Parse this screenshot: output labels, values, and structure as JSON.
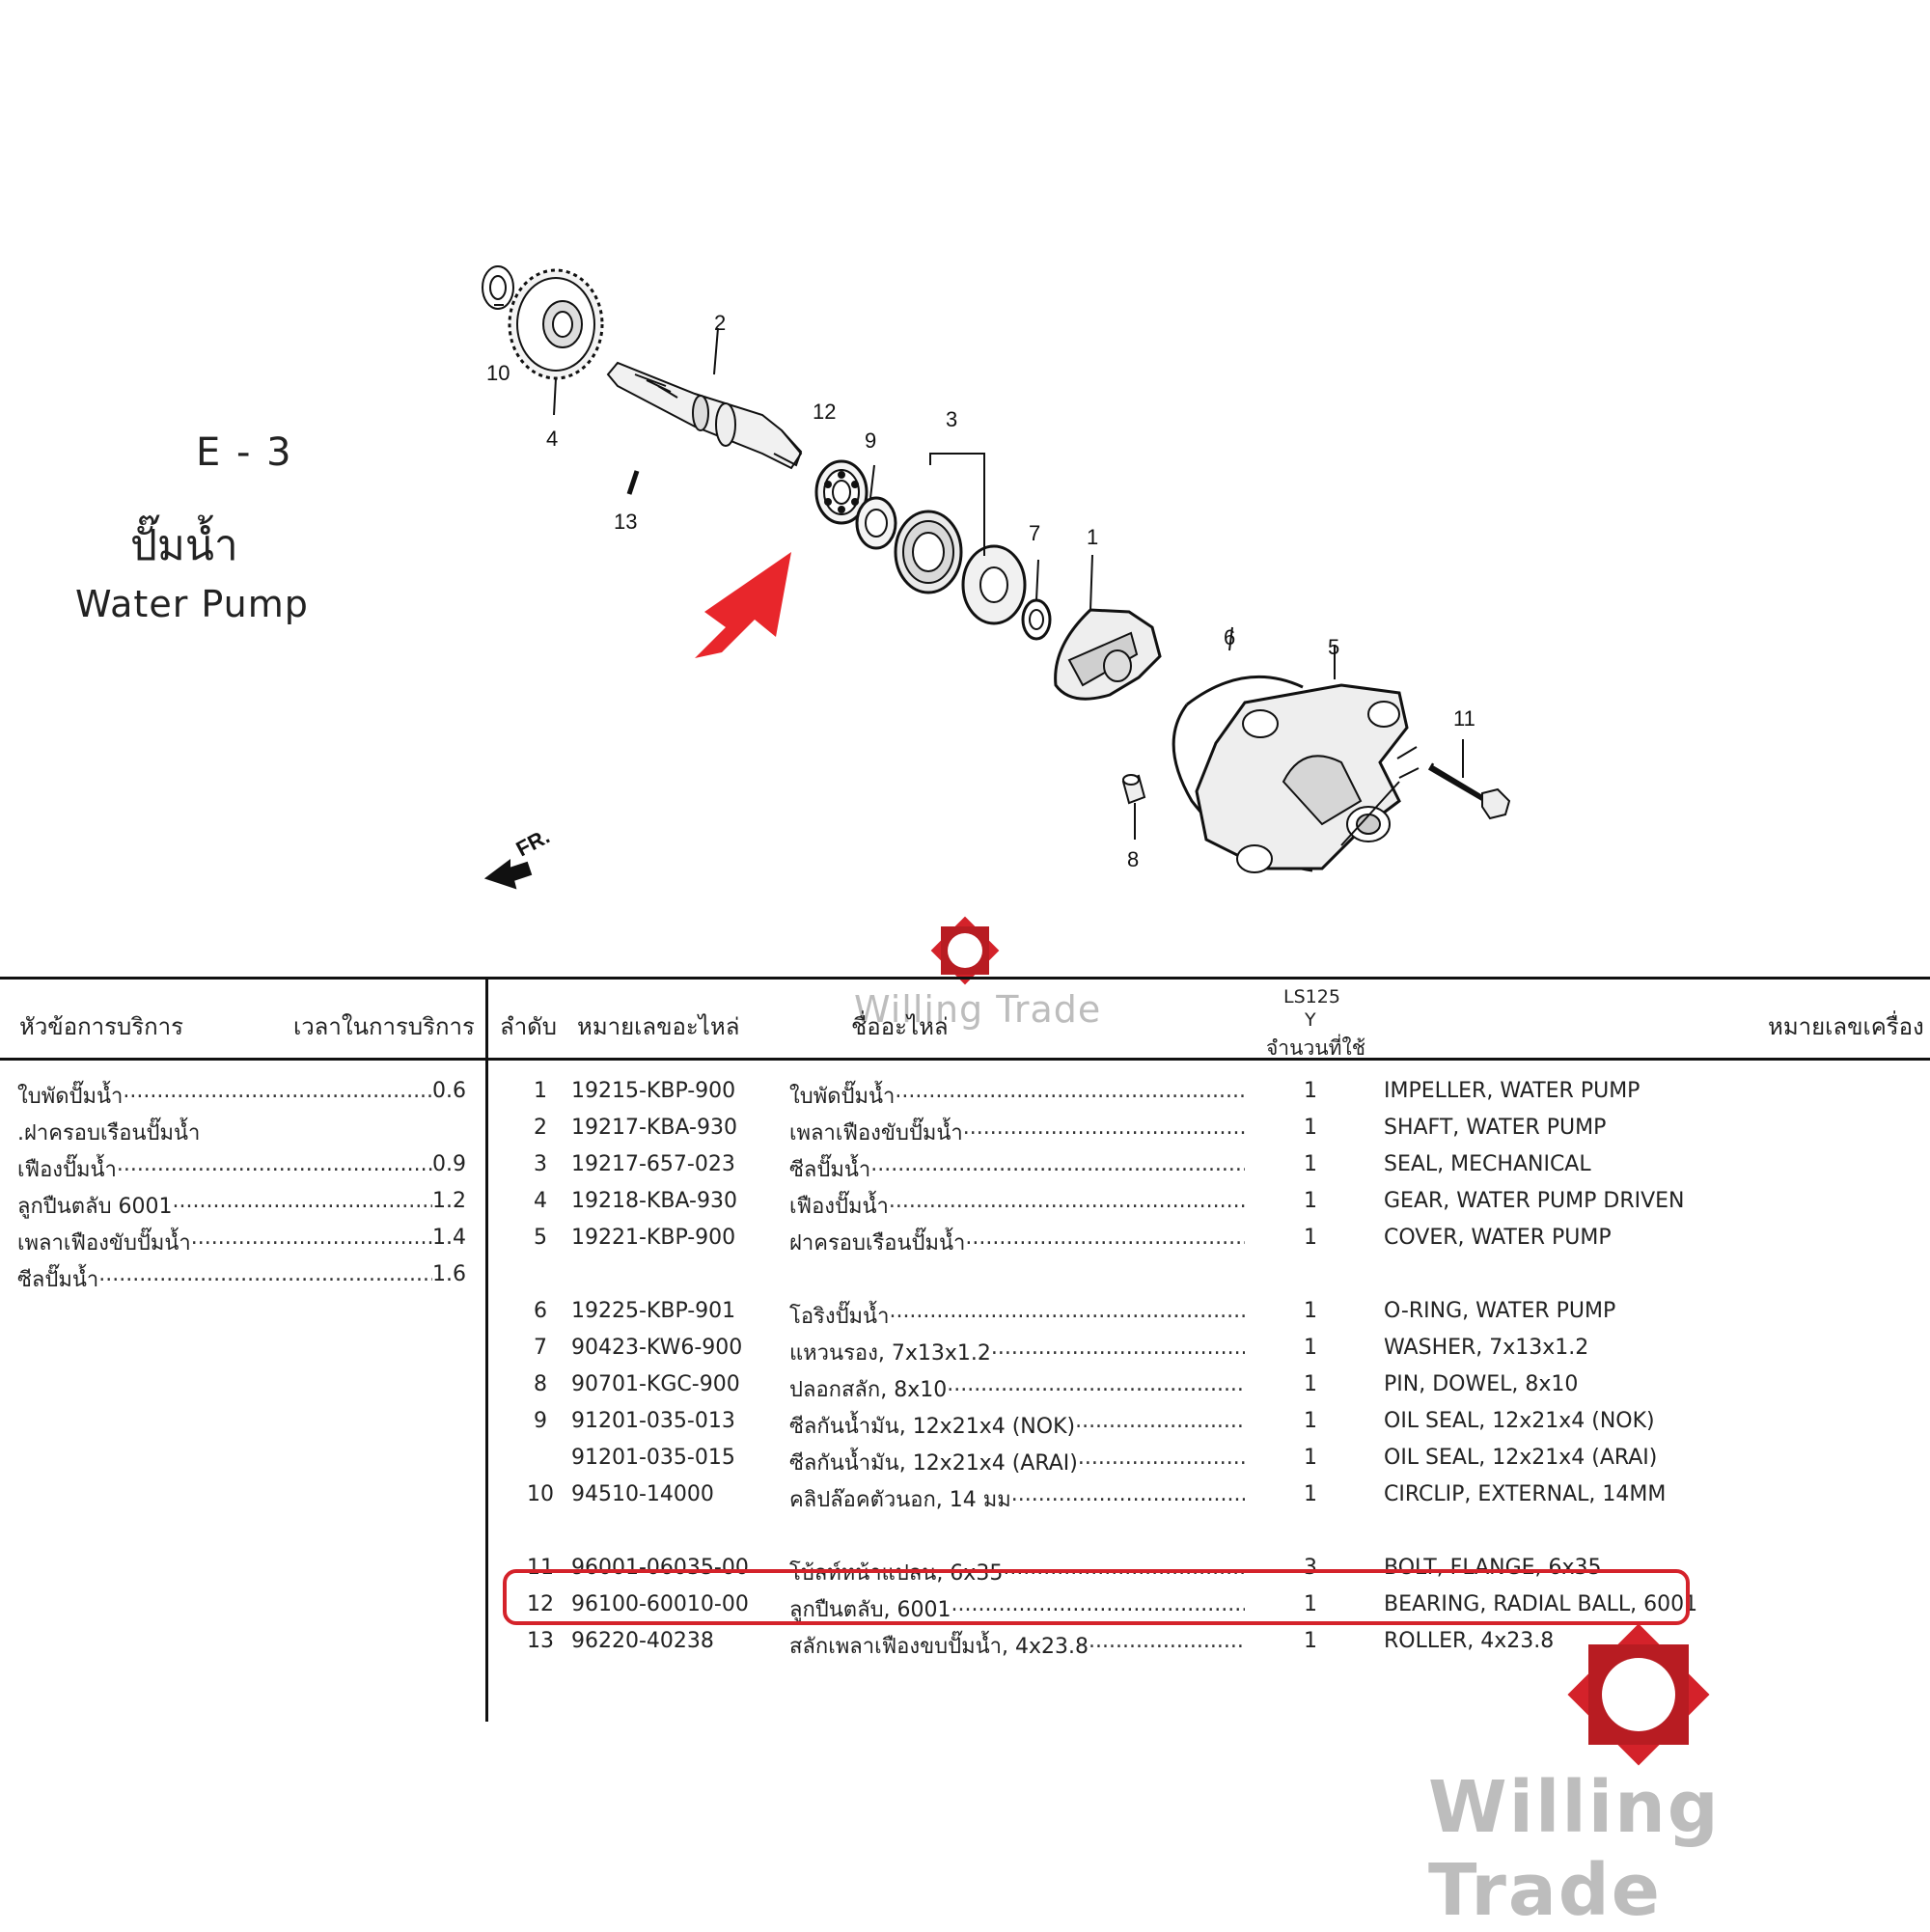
{
  "page": {
    "section_code": "E - 3",
    "title_thai": "ปั๊มน้ำ",
    "title_english": "Water Pump",
    "front_label": "FR."
  },
  "diagram": {
    "callouts": [
      "1",
      "2",
      "3",
      "4",
      "5",
      "6",
      "7",
      "8",
      "9",
      "10",
      "11",
      "12",
      "13"
    ],
    "highlight_arrow_color": "#e8262b"
  },
  "watermark": {
    "text": "Willing Trade",
    "logo_color": "#d4222a",
    "text_color": "#bdbdbd"
  },
  "table": {
    "headers": {
      "service_item": "หัวข้อการบริการ",
      "service_time": "เวลาในการบริการ",
      "no": "ลำดับ",
      "part_number": "หมายเลขอะไหล่",
      "part_name": "ชื่ออะไหล่",
      "model": "LS125",
      "model_year": "Y",
      "qty": "จำนวนที่ใช้",
      "frame_number": "หมายเลขเครื่อง"
    },
    "service_items": [
      {
        "name": "ใบพัดปั๊มน้ำ",
        "time": "0.6"
      },
      {
        "name": ".ฝาครอบเรือนปั๊มน้ำ",
        "time": ""
      },
      {
        "name": "เฟืองปั๊มน้ำ",
        "time": "0.9"
      },
      {
        "name": "ลูกปืนตลับ 6001",
        "time": "1.2"
      },
      {
        "name": "เพลาเฟืองขับปั๊มน้ำ",
        "time": "1.4"
      },
      {
        "name": "ซีลปั๊มน้ำ",
        "time": "1.6"
      }
    ],
    "parts": [
      {
        "no": "1",
        "part_no": "19215-KBP-900",
        "name_th": "ใบพัดปั๊มน้ำ",
        "qty": "1",
        "name_en": "IMPELLER, WATER PUMP"
      },
      {
        "no": "2",
        "part_no": "19217-KBA-930",
        "name_th": "เพลาเฟืองขับปั๊มน้ำ",
        "qty": "1",
        "name_en": "SHAFT, WATER PUMP"
      },
      {
        "no": "3",
        "part_no": "19217-657-023",
        "name_th": "ซีลปั๊มน้ำ",
        "qty": "1",
        "name_en": "SEAL, MECHANICAL"
      },
      {
        "no": "4",
        "part_no": "19218-KBA-930",
        "name_th": "เฟืองปั๊มน้ำ",
        "qty": "1",
        "name_en": "GEAR, WATER PUMP DRIVEN"
      },
      {
        "no": "5",
        "part_no": "19221-KBP-900",
        "name_th": "ฝาครอบเรือนปั๊มน้ำ",
        "qty": "1",
        "name_en": "COVER, WATER PUMP"
      },
      {
        "no": "6",
        "part_no": "19225-KBP-901",
        "name_th": "โอริงปั๊มน้ำ",
        "qty": "1",
        "name_en": "O-RING, WATER PUMP"
      },
      {
        "no": "7",
        "part_no": "90423-KW6-900",
        "name_th": "แหวนรอง, 7x13x1.2",
        "qty": "1",
        "name_en": "WASHER, 7x13x1.2"
      },
      {
        "no": "8",
        "part_no": "90701-KGC-900",
        "name_th": "ปลอกสลัก, 8x10",
        "qty": "1",
        "name_en": "PIN, DOWEL, 8x10"
      },
      {
        "no": "9",
        "part_no": "91201-035-013",
        "name_th": "ซีลกันน้ำมัน, 12x21x4 (NOK)",
        "qty": "1",
        "name_en": "OIL SEAL, 12x21x4 (NOK)"
      },
      {
        "no": "",
        "part_no": "91201-035-015",
        "name_th": "ซีลกันน้ำมัน, 12x21x4 (ARAI)",
        "qty": "1",
        "name_en": "OIL SEAL, 12x21x4 (ARAI)"
      },
      {
        "no": "10",
        "part_no": "94510-14000",
        "name_th": "คลิปล๊อคตัวนอก, 14 มม",
        "qty": "1",
        "name_en": "CIRCLIP, EXTERNAL, 14MM"
      },
      {
        "no": "11",
        "part_no": "96001-06035-00",
        "name_th": "โบ้ลท์หน้าแปลน, 6x35",
        "qty": "3",
        "name_en": "BOLT, FLANGE, 6x35"
      },
      {
        "no": "12",
        "part_no": "96100-60010-00",
        "name_th": "ลูกปืนตลับ, 6001",
        "qty": "1",
        "name_en": "BEARING, RADIAL BALL, 6001"
      },
      {
        "no": "13",
        "part_no": "96220-40238",
        "name_th": "สลักเพลาเฟืองขบปั๊มน้ำ, 4x23.8",
        "qty": "1",
        "name_en": "ROLLER, 4x23.8"
      }
    ],
    "highlighted_part_no": "12",
    "highlight_color": "#d4222a"
  }
}
